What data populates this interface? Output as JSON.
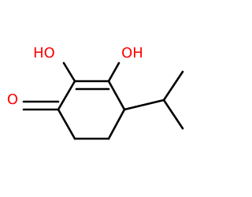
{
  "structure": {
    "atoms": {
      "hydroxyl_left": "HO",
      "hydroxyl_right": "OH",
      "ketone_oxygen": "O"
    }
  },
  "colors": {
    "bond": "#000000",
    "oxygen": "#ff0000",
    "hydrogen": "#000000",
    "background": "#ffffff"
  }
}
